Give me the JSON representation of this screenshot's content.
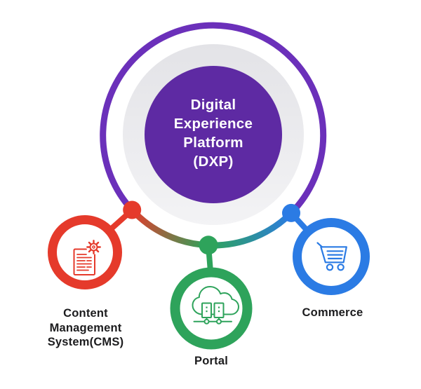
{
  "hub": {
    "label_lines": [
      "Digital",
      "Experience",
      "Platform",
      "(DXP)"
    ],
    "fill_color": "#5E2AA3",
    "ring_color": "#6B30BA",
    "disc_color_top": "#E3E3E7",
    "disc_color_bottom": "#F3F3F5",
    "text_color": "#FFFFFF"
  },
  "nodes": [
    {
      "id": "cms",
      "label_lines": [
        "Content",
        "Management",
        "System(CMS)"
      ],
      "color": "#E53A2B",
      "icon": "document-gear-icon"
    },
    {
      "id": "portal",
      "label_lines": [
        "Portal"
      ],
      "color": "#2EA35B",
      "icon": "cloud-servers-icon"
    },
    {
      "id": "commerce",
      "label_lines": [
        "Commerce"
      ],
      "color": "#2B7BE4",
      "icon": "shopping-cart-icon"
    }
  ],
  "label_text_color": "#1C1C1E",
  "background_color": "#FFFFFF"
}
